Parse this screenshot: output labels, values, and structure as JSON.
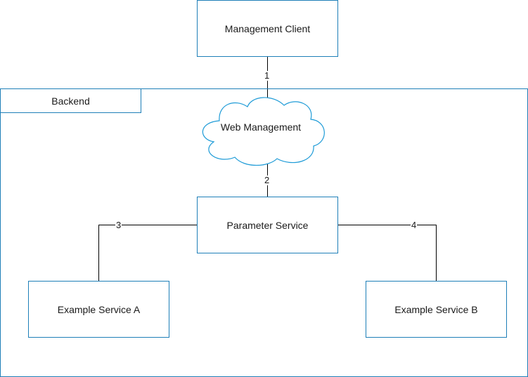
{
  "diagram": {
    "nodes": {
      "management_client": "Management Client",
      "backend": "Backend",
      "web_management": "Web Management",
      "parameter_service": "Parameter Service",
      "example_service_a": "Example Service A",
      "example_service_b": "Example Service B"
    },
    "edges": [
      {
        "from": "Management Client",
        "to": "Web Management",
        "label": "1"
      },
      {
        "from": "Web Management",
        "to": "Parameter Service",
        "label": "2"
      },
      {
        "from": "Parameter Service",
        "to": "Example Service A",
        "label": "3"
      },
      {
        "from": "Parameter Service",
        "to": "Example Service B",
        "label": "4"
      }
    ],
    "colors": {
      "node_border": "#1e7fb8",
      "edge": "#000000",
      "text": "#1a1a1a"
    }
  }
}
